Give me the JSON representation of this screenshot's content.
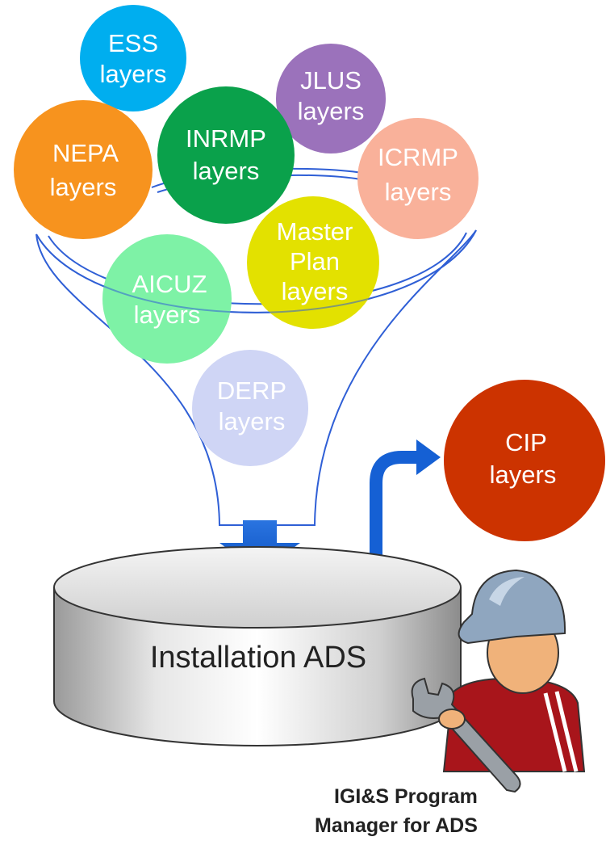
{
  "bubbles": [
    {
      "id": "ess",
      "line1": "ESS",
      "line2": "layers",
      "color": "#00aeef",
      "text_color": "#ffffff"
    },
    {
      "id": "jlus",
      "line1": "JLUS",
      "line2": "layers",
      "color": "#9b72bb",
      "text_color": "#ffffff"
    },
    {
      "id": "nepa",
      "line1": "NEPA",
      "line2": "layers",
      "color": "#f7931e",
      "text_color": "#ffffff"
    },
    {
      "id": "inrmp",
      "line1": "INRMP",
      "line2": "layers",
      "color": "#0aa14b",
      "text_color": "#ffffff"
    },
    {
      "id": "icrmp",
      "line1": "ICRMP",
      "line2": "layers",
      "color": "#f9b19a",
      "text_color": "#ffffff"
    },
    {
      "id": "master",
      "line1": "Master",
      "line2": "Plan",
      "line3": "layers",
      "color": "#e3e100",
      "text_color": "#ffffff"
    },
    {
      "id": "aicuz",
      "line1": "AICUZ",
      "line2": "layers",
      "color": "#7ef2a6",
      "text_color": "#ffffff"
    },
    {
      "id": "derp",
      "line1": "DERP",
      "line2": "layers",
      "color": "#cfd5f5",
      "text_color": "#ffffff"
    }
  ],
  "output": {
    "line1": "CIP",
    "line2": "layers",
    "color": "#cc3300",
    "text_color": "#ffffff"
  },
  "database": {
    "label": "Installation ADS"
  },
  "manager": {
    "caption_line1": "IGI&S Program",
    "caption_line2": "Manager for ADS"
  },
  "colors": {
    "funnel": "#2f5fd6",
    "arrow": "#1560d4"
  }
}
